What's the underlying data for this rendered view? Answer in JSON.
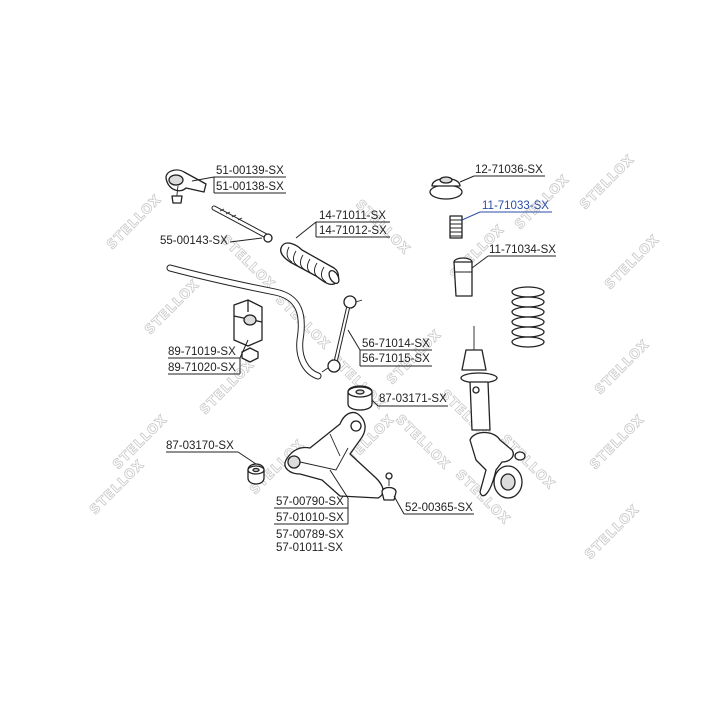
{
  "watermark": "STELLOX",
  "highlight_color": "#2b4ea8",
  "parts": {
    "p1": "51-00139-SX",
    "p2": "51-00138-SX",
    "p3": "55-00143-SX",
    "p4": "14-71011-SX",
    "p5": "14-71012-SX",
    "p6": "12-71036-SX",
    "p7": "11-71033-SX",
    "p8": "11-71034-SX",
    "p9": "89-71019-SX",
    "p10": "89-71020-SX",
    "p11": "56-71014-SX",
    "p12": "56-71015-SX",
    "p13": "87-03171-SX",
    "p14": "87-03170-SX",
    "p15": "57-00790-SX",
    "p16": "57-01010-SX",
    "p17": "57-00789-SX",
    "p18": "57-01011-SX",
    "p19": "52-00365-SX"
  }
}
